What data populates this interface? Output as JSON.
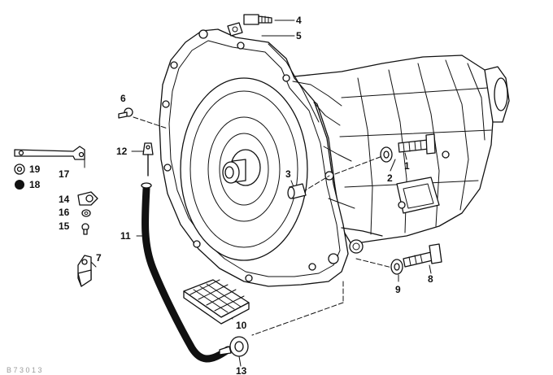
{
  "diagram": {
    "callouts": [
      {
        "id": "1",
        "label": "1"
      },
      {
        "id": "2",
        "label": "2"
      },
      {
        "id": "3",
        "label": "3"
      },
      {
        "id": "4",
        "label": "4"
      },
      {
        "id": "5",
        "label": "5"
      },
      {
        "id": "6",
        "label": "6"
      },
      {
        "id": "7",
        "label": "7"
      },
      {
        "id": "8",
        "label": "8"
      },
      {
        "id": "9",
        "label": "9"
      },
      {
        "id": "10",
        "label": "10"
      },
      {
        "id": "11",
        "label": "11"
      },
      {
        "id": "12",
        "label": "12"
      },
      {
        "id": "13",
        "label": "13"
      },
      {
        "id": "14",
        "label": "14"
      },
      {
        "id": "15",
        "label": "15"
      },
      {
        "id": "16",
        "label": "16"
      },
      {
        "id": "17",
        "label": "17"
      },
      {
        "id": "18",
        "label": "18"
      },
      {
        "id": "19",
        "label": "19"
      }
    ],
    "watermark": "B 7 3 0 1 3"
  }
}
